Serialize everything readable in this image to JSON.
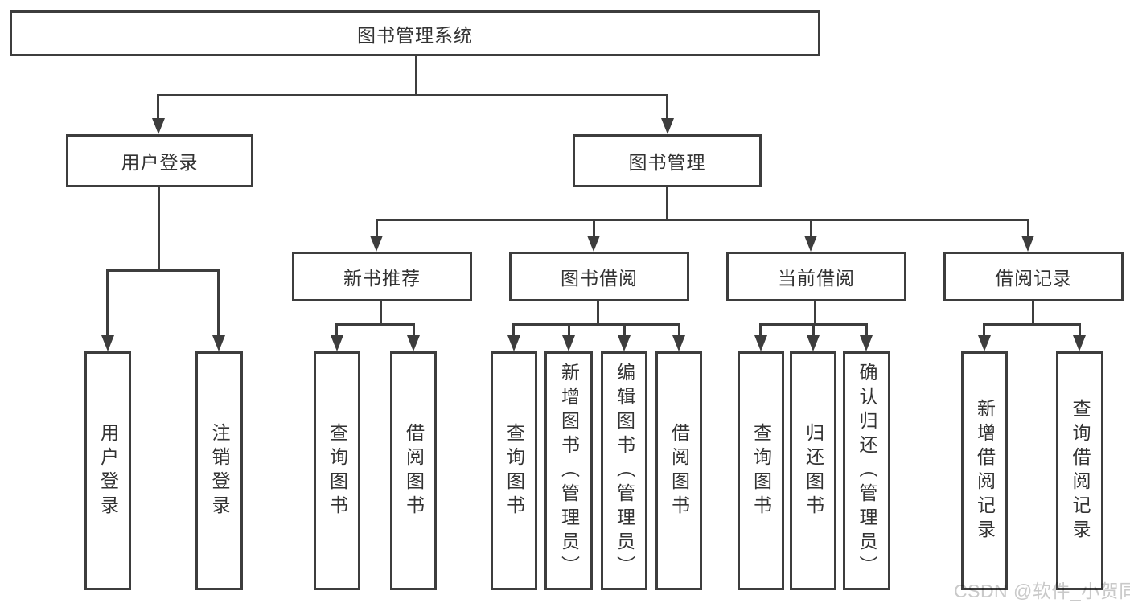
{
  "diagram_title": "图书管理系统",
  "tree": {
    "label": "图书管理系统",
    "children": [
      {
        "label": "用户登录",
        "children": [
          {
            "label": "用户登录"
          },
          {
            "label": "注销登录"
          }
        ]
      },
      {
        "label": "图书管理",
        "children": [
          {
            "label": "新书推荐",
            "children": [
              {
                "label": "查询图书"
              },
              {
                "label": "借阅图书"
              }
            ]
          },
          {
            "label": "图书借阅",
            "children": [
              {
                "label": "查询图书"
              },
              {
                "label": "新增图书（管理员）"
              },
              {
                "label": "编辑图书（管理员）"
              },
              {
                "label": "借阅图书"
              }
            ]
          },
          {
            "label": "当前借阅",
            "children": [
              {
                "label": "查询图书"
              },
              {
                "label": "归还图书"
              },
              {
                "label": "确认归还（管理员）"
              }
            ]
          },
          {
            "label": "借阅记录",
            "children": [
              {
                "label": "新增借阅记录"
              },
              {
                "label": "查询借阅记录"
              }
            ]
          }
        ]
      }
    ]
  },
  "watermark": {
    "text": "CSDN @软件_小贺同学"
  },
  "colors": {
    "line": "#3d3d3d",
    "text": "#333333",
    "background": "#ffffff",
    "watermark": "#c9c9c9"
  }
}
